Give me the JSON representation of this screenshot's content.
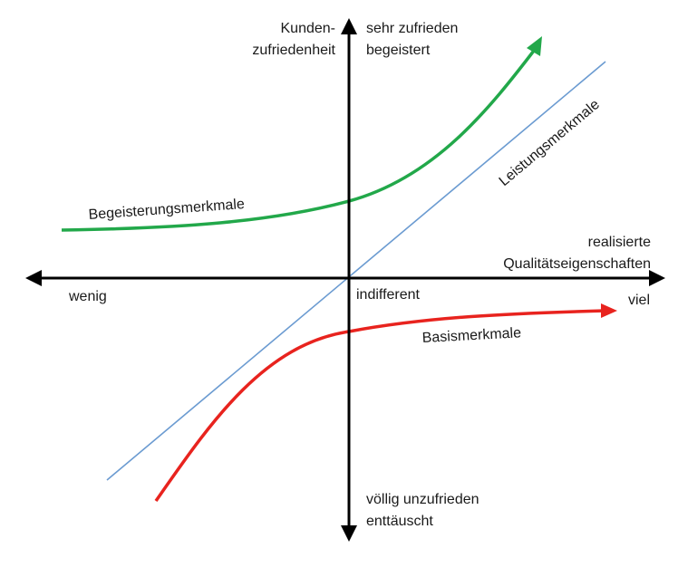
{
  "diagram": {
    "y_axis": {
      "label_line1": "Kunden-",
      "label_line2": "zufriedenheit",
      "top_line1": "sehr zufrieden",
      "top_line2": "begeistert",
      "bottom_line1": "völlig unzufrieden",
      "bottom_line2": "enttäuscht"
    },
    "x_axis": {
      "label_line1": "realisierte",
      "label_line2": "Qualitätseigenschaften",
      "left": "wenig",
      "right": "viel",
      "center": "indifferent"
    },
    "curves": {
      "excitement": {
        "label": "Begeisterungsmerkmale",
        "color": "#22a84a"
      },
      "performance": {
        "label": "Leistungsmerkmale",
        "color": "#6b9bd1"
      },
      "basic": {
        "label": "Basismerkmale",
        "color": "#e8231e"
      }
    },
    "axis_color": "#000000"
  }
}
